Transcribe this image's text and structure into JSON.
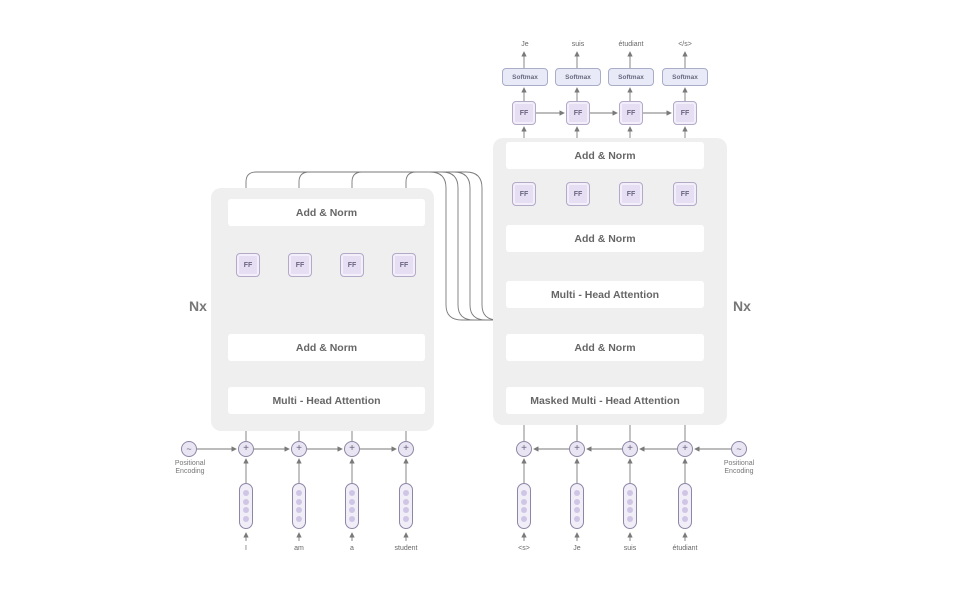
{
  "labels": {
    "add_norm": "Add & Norm",
    "multi_head": "Multi - Head Attention",
    "masked_multi_head": "Masked Multi - Head Attention",
    "ff": "FF",
    "softmax": "Softmax",
    "nx": "Nx",
    "positional_encoding_line1": "Positional",
    "positional_encoding_line2": "Encoding",
    "plus": "+",
    "wave": "~"
  },
  "encoder_inputs": [
    "I",
    "am",
    "a",
    "student"
  ],
  "decoder_inputs": [
    "<s>",
    "Je",
    "suis",
    "étudiant"
  ],
  "decoder_outputs": [
    "Je",
    "suis",
    "étudiant",
    "</s>"
  ],
  "colors": {
    "panel": "#efefef",
    "box": "#ffffff",
    "ff_fill": "#e6dff3",
    "softmax_fill": "#e8eaf7",
    "arrow": "#7a7a7a"
  }
}
